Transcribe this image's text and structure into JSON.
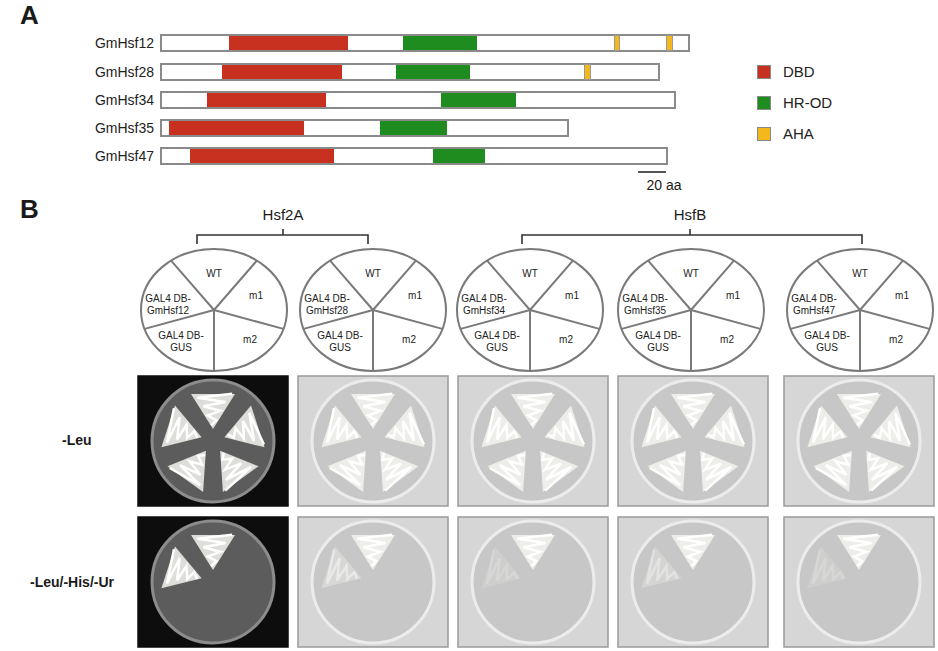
{
  "diagram": {
    "nodes": [
      {
        "text": [
          "GmHsf12"
        ]
      },
      {
        "text": [
          "GmHsf28"
        ]
      },
      {
        "text": [
          "GmHsf34"
        ]
      },
      {
        "text": [
          "GmHsf35"
        ]
      },
      {
        "text": [
          "GmHsf47"
        ]
      },
      {
        "text": [
          "WT",
          "m1",
          "m2",
          "GAL4 DB- GUS",
          "GAL4 DB- GmHsf12"
        ]
      },
      {
        "text": [
          "WT",
          "m1",
          "m2",
          "GAL4 DB- GUS",
          "GAL4 DB- GmHsf28"
        ]
      },
      {
        "text": [
          "WT",
          "m1",
          "m2",
          "GAL4 DB- GUS",
          "GAL4 DB- GmHsf34"
        ]
      },
      {
        "text": [
          "WT",
          "m1",
          "m2",
          "GAL4 DB- GUS",
          "GAL4 DB- GmHsf35"
        ]
      },
      {
        "text": [
          "WT",
          "m1",
          "m2",
          "GAL4 DB- GUS",
          "GAL4 DB- GmHsf47"
        ]
      }
    ],
    "labels": [
      "A",
      "20 aa",
      "B",
      "Hsf2A",
      "HsfB",
      "-Leu",
      "-Leu/-His/-Ur"
    ],
    "legend": [
      {
        "text": "DBD",
        "color": "#c8311f"
      },
      {
        "text": "HR-OD",
        "color": "#1e8c1e"
      },
      {
        "text": "AHA",
        "color": "#f2b81c"
      }
    ]
  }
}
